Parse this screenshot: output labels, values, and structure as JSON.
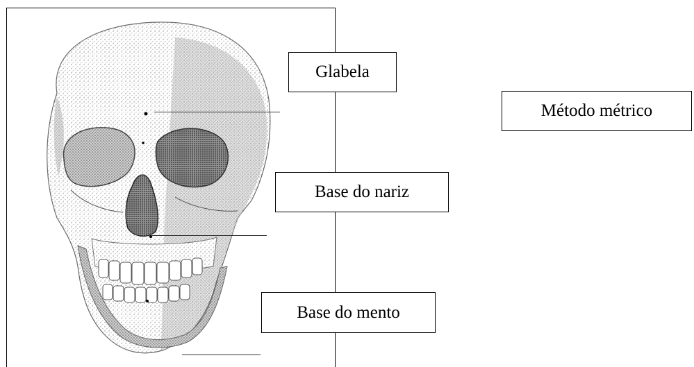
{
  "labels": {
    "glabela": "Glabela",
    "base_nariz": "Base do nariz",
    "base_mento": "Base do mento",
    "metodo": "Método métrico"
  },
  "colors": {
    "line": "#000000",
    "bone_shade": "#9a9a9a",
    "bone_dark": "#555555"
  },
  "icons": {
    "skull": "skull-illustration"
  }
}
